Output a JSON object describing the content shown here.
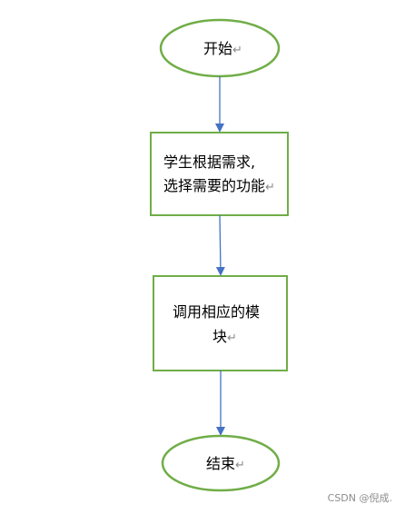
{
  "flowchart": {
    "start": {
      "text": "开始"
    },
    "step1": {
      "line1": "学生根据需求,",
      "line2": "选择需要的功能"
    },
    "step2": {
      "line1": "调用相应的模",
      "line2": "块"
    },
    "end": {
      "text": "结束"
    },
    "return_mark": "↵"
  },
  "colors": {
    "node_stroke": "#70ad47",
    "arrow": "#4472c4",
    "text": "#000000"
  },
  "watermark": "CSDN @倪成."
}
